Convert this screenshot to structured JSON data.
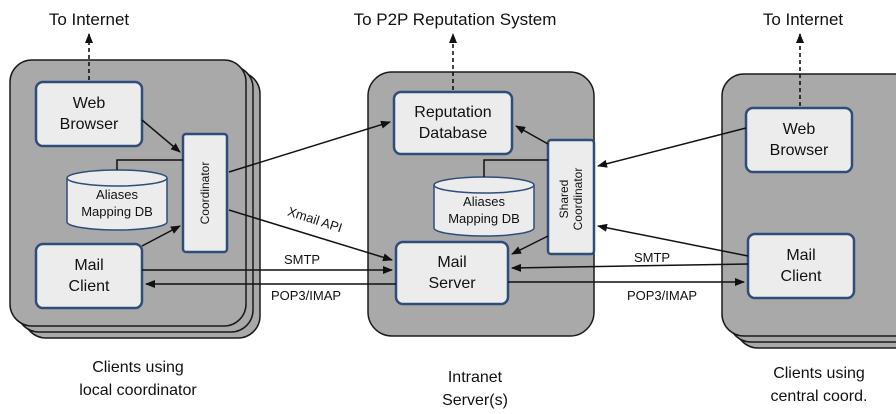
{
  "top_labels": {
    "left": "To Internet",
    "middle": "To P2P Reputation System",
    "right": "To Internet"
  },
  "left_group": {
    "web_browser": "Web\nBrowser",
    "aliases_db": "Aliases\nMapping DB",
    "coordinator": "Coordinator",
    "mail_client": "Mail\nClient",
    "caption": "Clients using\nlocal coordinator"
  },
  "middle_group": {
    "reputation_db": "Reputation\nDatabase",
    "aliases_db": "Aliases\nMapping DB",
    "shared_coordinator": "Shared\nCoordinator",
    "mail_server": "Mail\nServer",
    "caption": "Intranet\nServer(s)"
  },
  "right_group": {
    "web_browser": "Web\nBrowser",
    "mail_client": "Mail\nClient",
    "caption": "Clients using\ncentral coord."
  },
  "edge_labels": {
    "xmail_api": "Xmail API",
    "smtp_left": "SMTP",
    "pop3_left": "POP3/IMAP",
    "smtp_right": "SMTP",
    "pop3_right": "POP3/IMAP"
  },
  "colors": {
    "panel_fill": "#a9a9a9",
    "panel_stroke": "#1a1a1a",
    "box_fill": "#ececec",
    "box_stroke": "#2f4d78",
    "arrow": "#111111"
  }
}
